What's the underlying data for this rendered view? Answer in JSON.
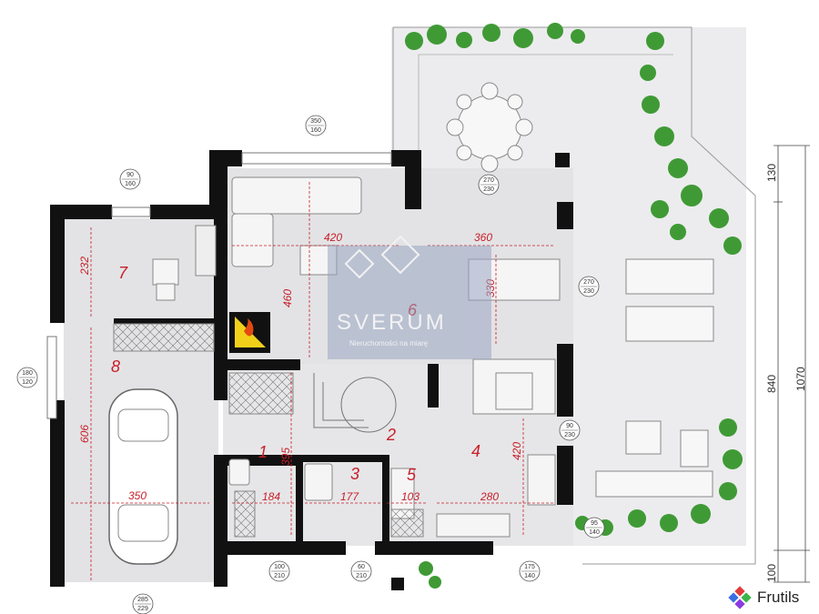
{
  "plan": {
    "rooms": [
      {
        "id": "7",
        "label": "7"
      },
      {
        "id": "8",
        "label": "8"
      },
      {
        "id": "6",
        "label": "6"
      },
      {
        "id": "1",
        "label": "1"
      },
      {
        "id": "2",
        "label": "2"
      },
      {
        "id": "3",
        "label": "3"
      },
      {
        "id": "4",
        "label": "4"
      },
      {
        "id": "5",
        "label": "5"
      }
    ],
    "room_dimensions": [
      "232",
      "606",
      "350",
      "420",
      "460",
      "360",
      "330",
      "395",
      "184",
      "177",
      "103",
      "280",
      "420"
    ],
    "openings": [
      {
        "top": "90",
        "bottom": "160"
      },
      {
        "top": "350",
        "bottom": "160"
      },
      {
        "top": "270",
        "bottom": "230"
      },
      {
        "top": "270",
        "bottom": "230"
      },
      {
        "top": "180",
        "bottom": "120"
      },
      {
        "top": "90",
        "bottom": "230"
      },
      {
        "top": "95",
        "bottom": "140"
      },
      {
        "top": "100",
        "bottom": "210"
      },
      {
        "top": "60",
        "bottom": "210"
      },
      {
        "top": "175",
        "bottom": "140"
      },
      {
        "top": "285",
        "bottom": "229"
      }
    ],
    "external_dimensions": [
      "130",
      "840",
      "1070",
      "100"
    ]
  },
  "watermark": {
    "brand": "SVERUM",
    "tagline": "Nieruchomości na miarę"
  },
  "footer": {
    "brand_name": "Frutils",
    "logo_colors": [
      "#e23b3b",
      "#3b6fe2",
      "#3bb54a",
      "#8b3be2"
    ]
  },
  "colors": {
    "wall": "#111111",
    "floor": "#e6e6e8",
    "accent_dim": "#c81e28",
    "plant": "#3f9a35"
  }
}
